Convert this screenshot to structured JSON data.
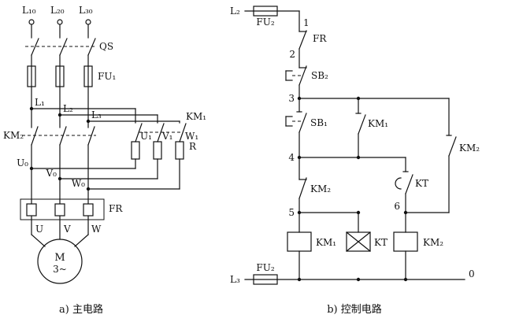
{
  "colors": {
    "ink": "#111111",
    "background": "#ffffff"
  },
  "main_circuit": {
    "caption": "a) 主电路",
    "supply_labels": [
      "L₁₀",
      "L₂₀",
      "L₃₀"
    ],
    "qs_label": "QS",
    "fu1_label": "FU₁",
    "line_labels": [
      "L₁",
      "L₂",
      "L₃"
    ],
    "km1_contacts_label": "KM₁",
    "km2_contacts_label": "KM₂",
    "resistor_terminals": [
      "U₁",
      "V₁",
      "W₁"
    ],
    "resistor_label": "R",
    "junction_labels": [
      "U₀",
      "V₀",
      "W₀"
    ],
    "fr_label": "FR",
    "motor_terminals": [
      "U",
      "V",
      "W"
    ],
    "motor_letter": "M",
    "motor_phases": "3~"
  },
  "control_circuit": {
    "caption": "b) 控制电路",
    "top_supply": "L₂",
    "top_fuse": "FU₂",
    "bottom_supply": "L₃",
    "bottom_fuse": "FU₂",
    "nodes": [
      "1",
      "2",
      "3",
      "4",
      "5",
      "6",
      "0"
    ],
    "fr_contact": "FR",
    "sb2": "SB₂",
    "sb1": "SB₁",
    "km1_contact": "KM₁",
    "km2_holding_contact": "KM₂",
    "km2_nc_contact": "KM₂",
    "kt_contact": "KT",
    "km1_coil": "KM₁",
    "kt_coil": "KT",
    "km2_coil": "KM₂"
  }
}
